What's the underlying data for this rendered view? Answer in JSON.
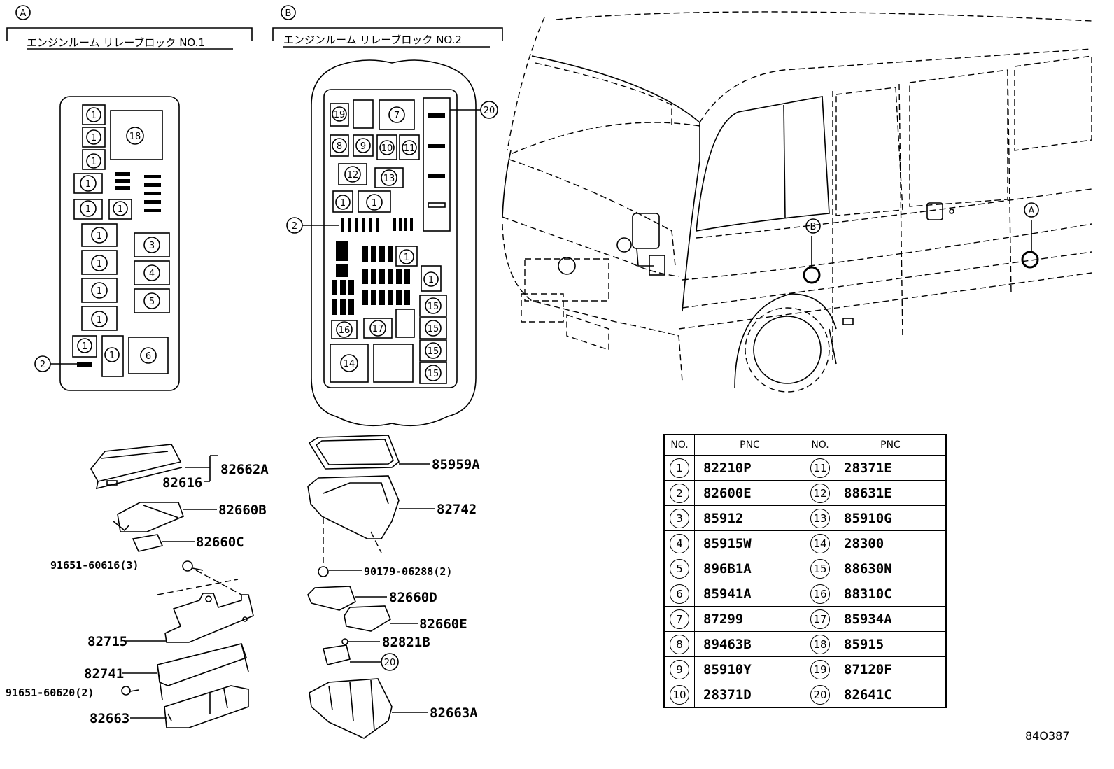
{
  "sections": {
    "a": {
      "letter": "A",
      "title": "エンジンルーム リレーブロック NO.1"
    },
    "b": {
      "letter": "B",
      "title": "エンジンルーム リレーブロック NO.2"
    }
  },
  "callouts": {
    "one": "1",
    "two": "2",
    "three": "3",
    "four": "4",
    "five": "5",
    "six": "6",
    "seven": "7",
    "eight": "8",
    "nine": "9",
    "ten": "10",
    "eleven": "11",
    "twelve": "12",
    "thirteen": "13",
    "fourteen": "14",
    "fifteen": "15",
    "sixteen": "16",
    "seventeen": "17",
    "eighteen": "18",
    "nineteen": "19",
    "twenty": "20",
    "a": "A",
    "b": "B"
  },
  "part_labels": {
    "p82662A": "82662A",
    "p82616": "82616",
    "p82660B": "82660B",
    "p82660C": "82660C",
    "p91651_60616": "91651-60616(3)",
    "p82715": "82715",
    "p82741": "82741",
    "p91651_60620": "91651-60620(2)",
    "p82663": "82663",
    "p85959A": "85959A",
    "p82742": "82742",
    "p90179": "90179-06288(2)",
    "p82660D": "82660D",
    "p82660E": "82660E",
    "p82821B": "82821B",
    "p82663A": "82663A"
  },
  "table": {
    "headers": {
      "no": "NO.",
      "pnc": "PNC"
    },
    "rows": [
      {
        "n1": "1",
        "p1": "82210P",
        "n2": "11",
        "p2": "28371E"
      },
      {
        "n1": "2",
        "p1": "82600E",
        "n2": "12",
        "p2": "88631E"
      },
      {
        "n1": "3",
        "p1": "85912",
        "n2": "13",
        "p2": "85910G"
      },
      {
        "n1": "4",
        "p1": "85915W",
        "n2": "14",
        "p2": "28300"
      },
      {
        "n1": "5",
        "p1": "896B1A",
        "n2": "15",
        "p2": "88630N"
      },
      {
        "n1": "6",
        "p1": "85941A",
        "n2": "16",
        "p2": "88310C"
      },
      {
        "n1": "7",
        "p1": "87299",
        "n2": "17",
        "p2": "85934A"
      },
      {
        "n1": "8",
        "p1": "89463B",
        "n2": "18",
        "p2": "85915"
      },
      {
        "n1": "9",
        "p1": "85910Y",
        "n2": "19",
        "p2": "87120F"
      },
      {
        "n1": "10",
        "p1": "28371D",
        "n2": "20",
        "p2": "82641C"
      }
    ]
  },
  "diagram_code": "84O387"
}
